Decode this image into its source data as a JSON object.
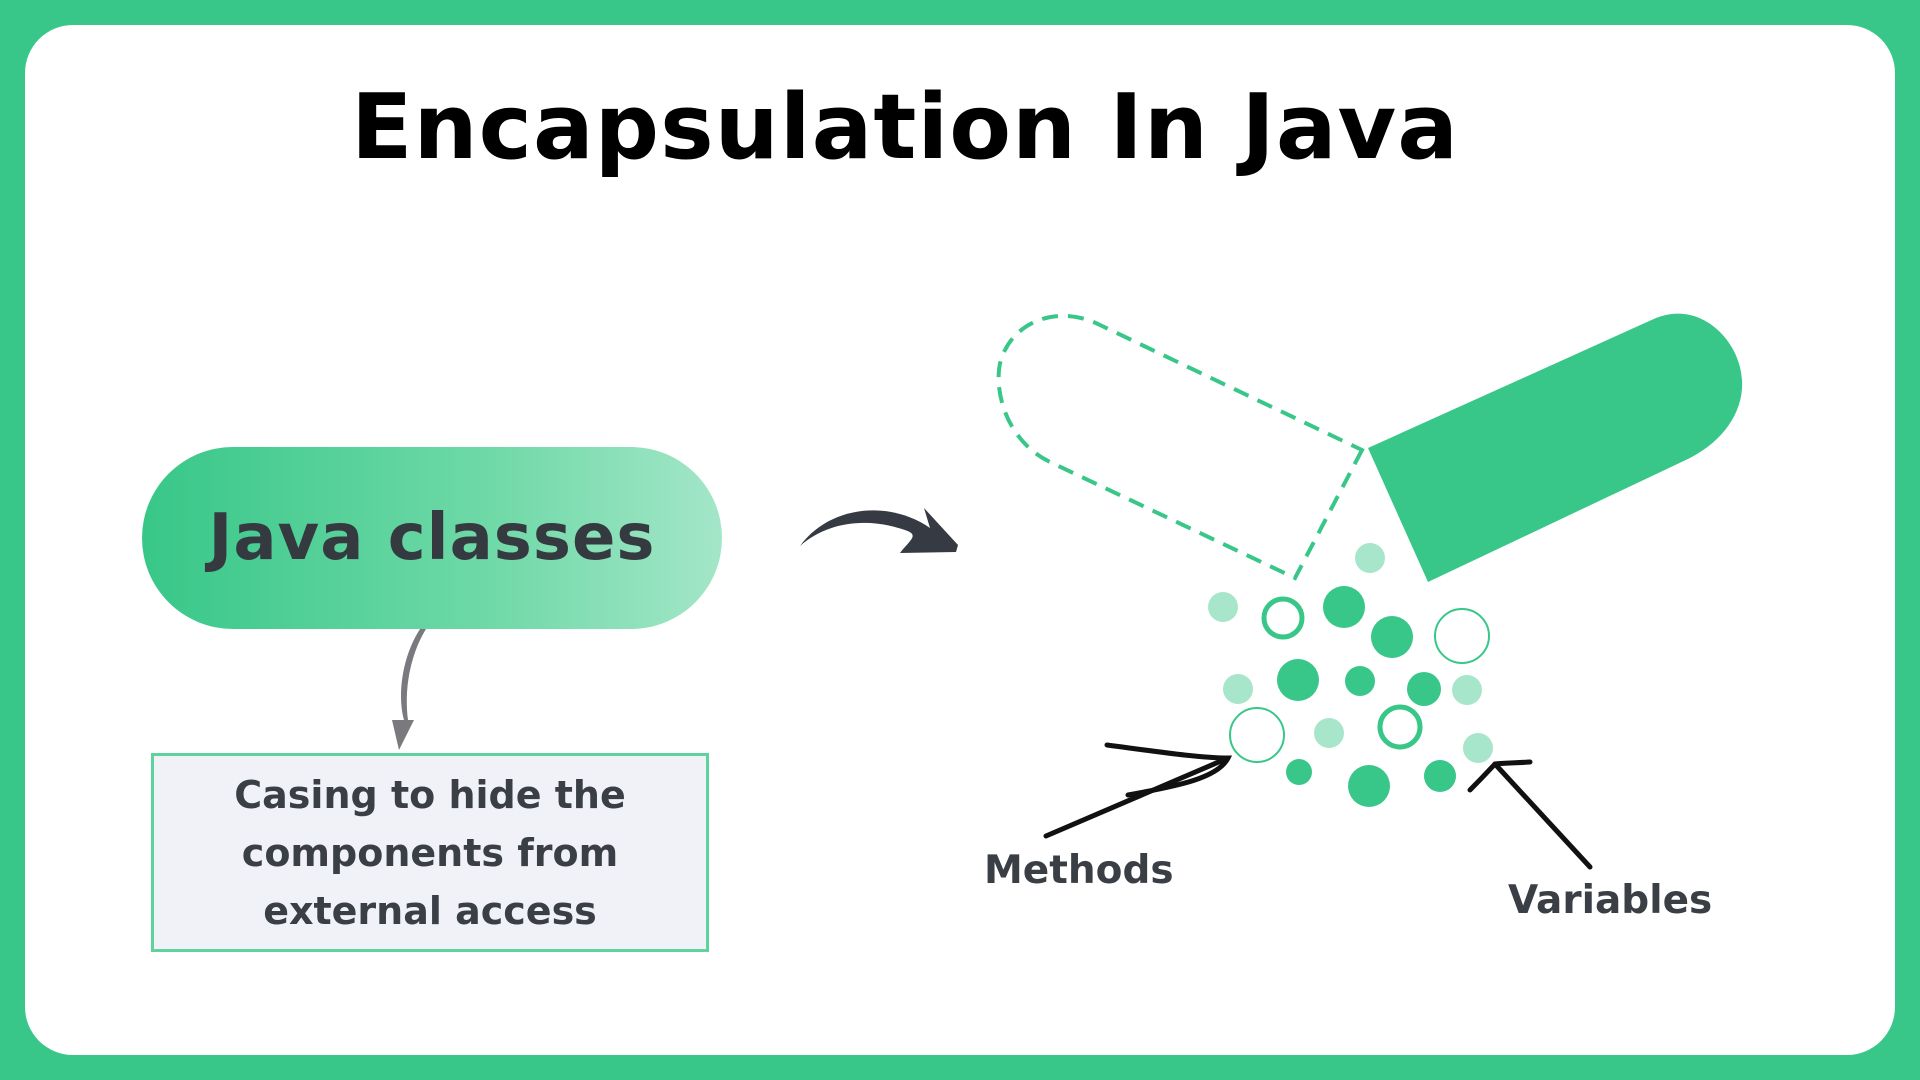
{
  "title": "Encapsulation In Java",
  "nodes": {
    "java_classes": "Java classes",
    "casing_description": "Casing to hide the components from external access"
  },
  "labels": {
    "methods": "Methods",
    "variables": "Variables"
  },
  "colors": {
    "border_green": "#38c788",
    "capsule_green": "#38c788",
    "light_green": "#a8e6cc",
    "text_dark": "#3a3f45",
    "arrow_dark": "#363a42",
    "connector_gray": "#7a7a7e"
  }
}
